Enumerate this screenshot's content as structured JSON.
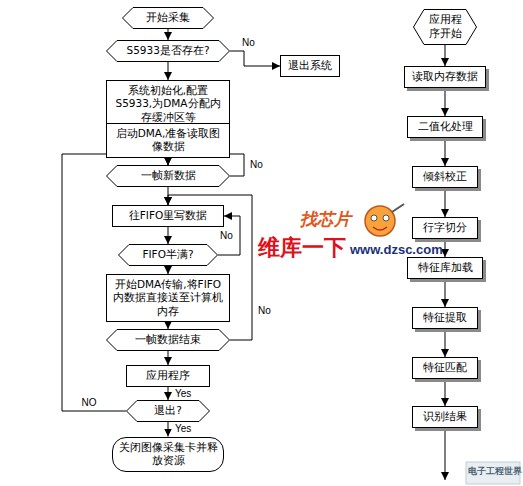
{
  "diagram": {
    "nodes": [
      {
        "text": [
          "开始采集"
        ]
      },
      {
        "text": [
          "S5933是否存在?"
        ]
      },
      {
        "text": [
          "退出系统"
        ]
      },
      {
        "text": [
          "系统初始化,配置S5933,为DMA分配内存缓冲区等"
        ]
      },
      {
        "text": [
          "启动DMA,准备读取图像数据"
        ]
      },
      {
        "text": [
          "一帧新数据"
        ]
      },
      {
        "text": [
          "往FIFO里写数据"
        ]
      },
      {
        "text": [
          "FIFO半满?"
        ]
      },
      {
        "text": [
          "开始DMA传输,将FIFO内数据直接送至计算机内存"
        ]
      },
      {
        "text": [
          "一帧数据结束"
        ]
      },
      {
        "text": [
          "应用程序"
        ]
      },
      {
        "text": [
          "退出?"
        ]
      },
      {
        "text": [
          "关闭图像采集卡并释放资源"
        ]
      },
      {
        "text": [
          "应用程序开始"
        ]
      },
      {
        "text": [
          "读取内存数据"
        ]
      },
      {
        "text": [
          "二值化处理"
        ]
      },
      {
        "text": [
          "倾斜校正"
        ]
      },
      {
        "text": [
          "行字切分"
        ]
      },
      {
        "text": [
          "特征库加载"
        ]
      },
      {
        "text": [
          "特征提取"
        ]
      },
      {
        "text": [
          "特征匹配"
        ]
      },
      {
        "text": [
          "识别结果"
        ]
      }
    ],
    "edges": [
      {
        "from": 0,
        "to": 1,
        "arrow": "to"
      },
      {
        "from": 1,
        "to": 2,
        "label": "No",
        "arrow": "to"
      },
      {
        "from": 1,
        "to": 3,
        "arrow": "to"
      },
      {
        "from": 3,
        "to": 4,
        "arrow": "to"
      },
      {
        "from": 4,
        "to": 5,
        "arrow": "to"
      },
      {
        "from": 5,
        "to": 5,
        "label": "No",
        "arrow": "to"
      },
      {
        "from": 5,
        "to": 6,
        "arrow": "to"
      },
      {
        "from": 6,
        "to": 7,
        "arrow": "to"
      },
      {
        "from": 7,
        "to": 6,
        "label": "No",
        "arrow": "to"
      },
      {
        "from": 7,
        "to": 8,
        "arrow": "to"
      },
      {
        "from": 8,
        "to": 9,
        "arrow": "to"
      },
      {
        "from": 9,
        "to": 6,
        "label": "No",
        "arrow": "to"
      },
      {
        "from": 9,
        "to": 10,
        "arrow": "to"
      },
      {
        "from": 10,
        "to": 11,
        "label": "Yes",
        "arrow": "to"
      },
      {
        "from": 11,
        "to": 12,
        "label": "Yes",
        "arrow": "to"
      },
      {
        "from": 11,
        "to": 5,
        "label": "NO",
        "arrow": "to"
      },
      {
        "from": 13,
        "to": 14,
        "arrow": "to"
      },
      {
        "from": 14,
        "to": 15,
        "arrow": "to"
      },
      {
        "from": 15,
        "to": 16,
        "arrow": "to"
      },
      {
        "from": 16,
        "to": 17,
        "arrow": "to"
      },
      {
        "from": 17,
        "to": 18,
        "arrow": "to"
      },
      {
        "from": 18,
        "to": 19,
        "arrow": "to"
      },
      {
        "from": 19,
        "to": 20,
        "arrow": "to"
      },
      {
        "from": 20,
        "to": 21,
        "arrow": "to"
      }
    ],
    "labels": [
      "找芯片",
      "维库一下",
      "www.dzsc.com",
      "电子工程世界"
    ]
  }
}
